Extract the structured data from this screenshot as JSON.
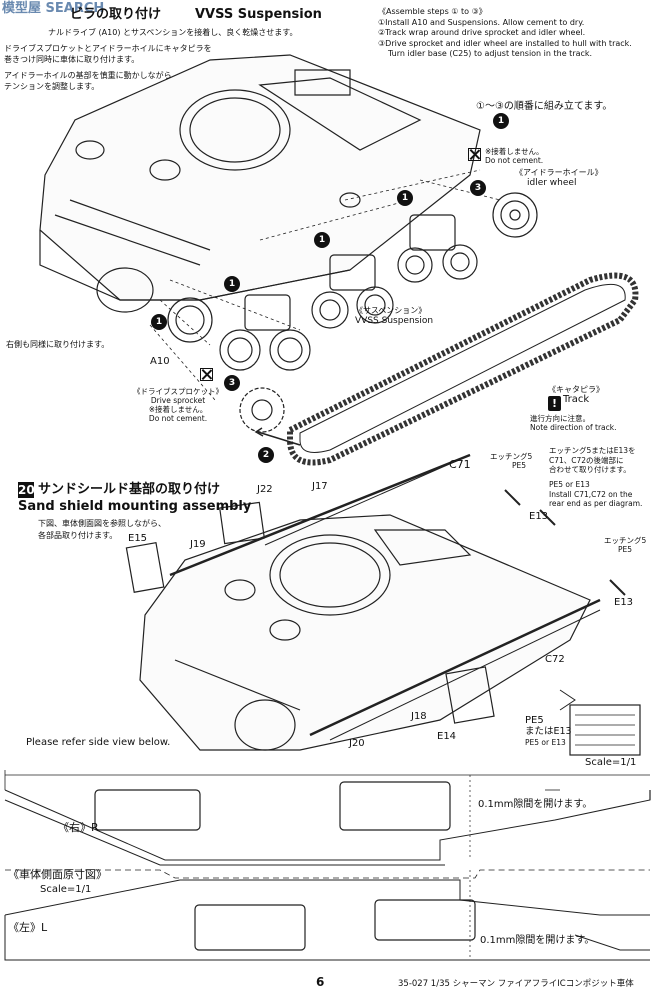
{
  "watermark": "模型屋 SEARCH",
  "step19": {
    "title_jp": "ビラの取り付け",
    "title_en": "VVSS Suspension",
    "intro_jp": [
      "ナルドライブ (A10) とサスペンションを接着し、良く乾燥させます。",
      "ドライブスプロケットとアイドラーホイルにキャタピラを",
      "巻きつけ同時に車体に取り付けます。",
      "アイドラーホイルの基部を慎重に動かしながら",
      "テンションを調整します。"
    ],
    "assembly_title": "《Assemble steps ① to ③》",
    "assembly_steps": [
      "①Install A10 and Suspensions. Allow cement to dry.",
      "②Track wrap around drive sprocket and idler wheel.",
      "③Drive sprocket and idler wheel are installed to hull with track.",
      "Turn idler base (C25) to adjust tension in the track."
    ],
    "order_note_jp": "①～③の順番に組み立てます。",
    "no_cement_jp": "※接着しません。",
    "no_cement_en": "Do not cement.",
    "idler_jp": "《アイドラーホイール》",
    "idler_en": "idler wheel",
    "suspension_jp": "《サスペンション》",
    "suspension_en": "VVSS Suspension",
    "right_side_jp": "右側も同様に取り付けます。",
    "part_a10": "A10",
    "sprocket_jp": "《ドライブスプロケット》",
    "sprocket_en": "Drive sprocket",
    "sprocket_no_cement_jp": "※接着しません。",
    "sprocket_no_cement_en": "Do not cement.",
    "track_jp": "《キャタピラ》",
    "track_en": "Track",
    "direction_jp": "進行方向に注意。",
    "direction_en": "Note direction of track.",
    "circle_labels": [
      "1",
      "2",
      "3"
    ],
    "warn_glyph": "!"
  },
  "step20": {
    "number": "20",
    "title_jp": "サンドシールド基部の取り付け",
    "title_en": "Sand shield mounting assembly",
    "intro_jp": [
      "下図、車体側面図を参照しながら、",
      "各部品取り付けます。"
    ],
    "parts": {
      "c71": "C71",
      "j22": "J22",
      "j17": "J17",
      "e15": "E15",
      "j19": "J19",
      "e13a": "E13",
      "e13b": "E13",
      "c72": "C72",
      "j18": "J18",
      "e14": "E14",
      "j20": "J20"
    },
    "etch_note_jp": [
      "エッチング5またはE13を",
      "C71、C72の後端部に",
      "合わせて取り付けます。"
    ],
    "etch_note_en": [
      "PE5 or E13",
      "Install C71,C72 on the",
      "rear end as per diagram."
    ],
    "etch_label_jp": "エッチング5",
    "etch_label_pe": "PE5",
    "pe5_or_e13": [
      "PE5",
      "またはE13",
      "PE5 or E13"
    ],
    "scale": "Scale=1/1",
    "refer_side": "Please refer side view below."
  },
  "side_view": {
    "right_label": "《右》R",
    "left_label": "《左》L",
    "gap_note": "0.1mm隙間を開けます。",
    "title": "《車体側面原寸図》",
    "scale": "Scale=1/1"
  },
  "footer": {
    "page_number": "6",
    "product": "35-027 1/35 シャーマン ファイアフライICコンポジット車体"
  }
}
